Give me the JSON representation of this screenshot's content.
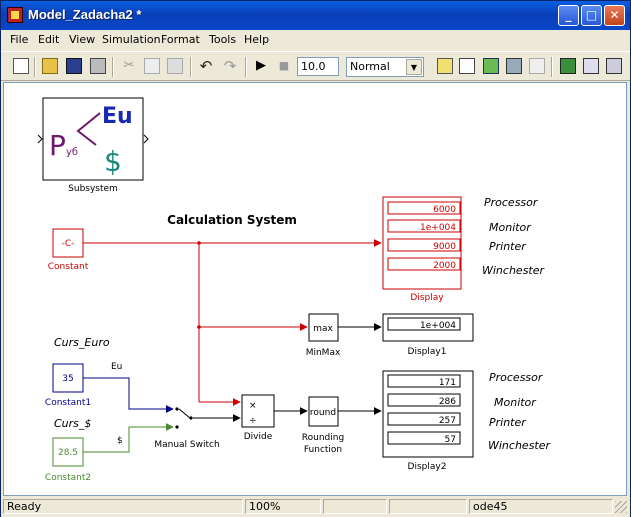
{
  "window": {
    "title": "Model_Zadacha2 *"
  },
  "menu": [
    "File",
    "Edit",
    "View",
    "Simulation",
    "Format",
    "Tools",
    "Help"
  ],
  "toolbar": {
    "stop_time": "10.0",
    "sim_mode": "Normal"
  },
  "model": {
    "title": "Calculation System",
    "subsystem": {
      "label": "Subsystem",
      "icon_rus": "Pуб",
      "icon_eur": "Eu",
      "icon_usd": "$"
    },
    "constant": {
      "label": "Constant",
      "value": "-C-"
    },
    "constant1": {
      "label": "Constant1",
      "value": "35",
      "annotation": "Curs_Euro",
      "signal": "Eu"
    },
    "constant2": {
      "label": "Constant2",
      "value": "28.5",
      "annotation": "Curs_$",
      "signal": "$"
    },
    "manual_switch": {
      "label": "Manual Switch"
    },
    "divide": {
      "label": "Divide",
      "op1": "×",
      "op2": "÷"
    },
    "minmax": {
      "label": "MinMax",
      "fn": "max"
    },
    "rounding": {
      "label_line1": "Rounding",
      "label_line2": "Function",
      "fn": "round"
    },
    "display": {
      "label": "Display",
      "values": [
        "6000",
        "1e+004",
        "9000",
        "2000"
      ]
    },
    "display1": {
      "label": "Display1",
      "value": "1e+004"
    },
    "display2": {
      "label": "Display2",
      "values": [
        "171",
        "286",
        "257",
        "57"
      ]
    },
    "items": [
      "Processor",
      "Monitor",
      "Printer",
      "Winchester"
    ],
    "colors": {
      "red": "#cc0000",
      "blue": "#00008b",
      "green": "#4a8a2e",
      "black": "#000000"
    }
  },
  "status": {
    "left": "Ready",
    "zoom": "100%",
    "solver": "ode45"
  }
}
